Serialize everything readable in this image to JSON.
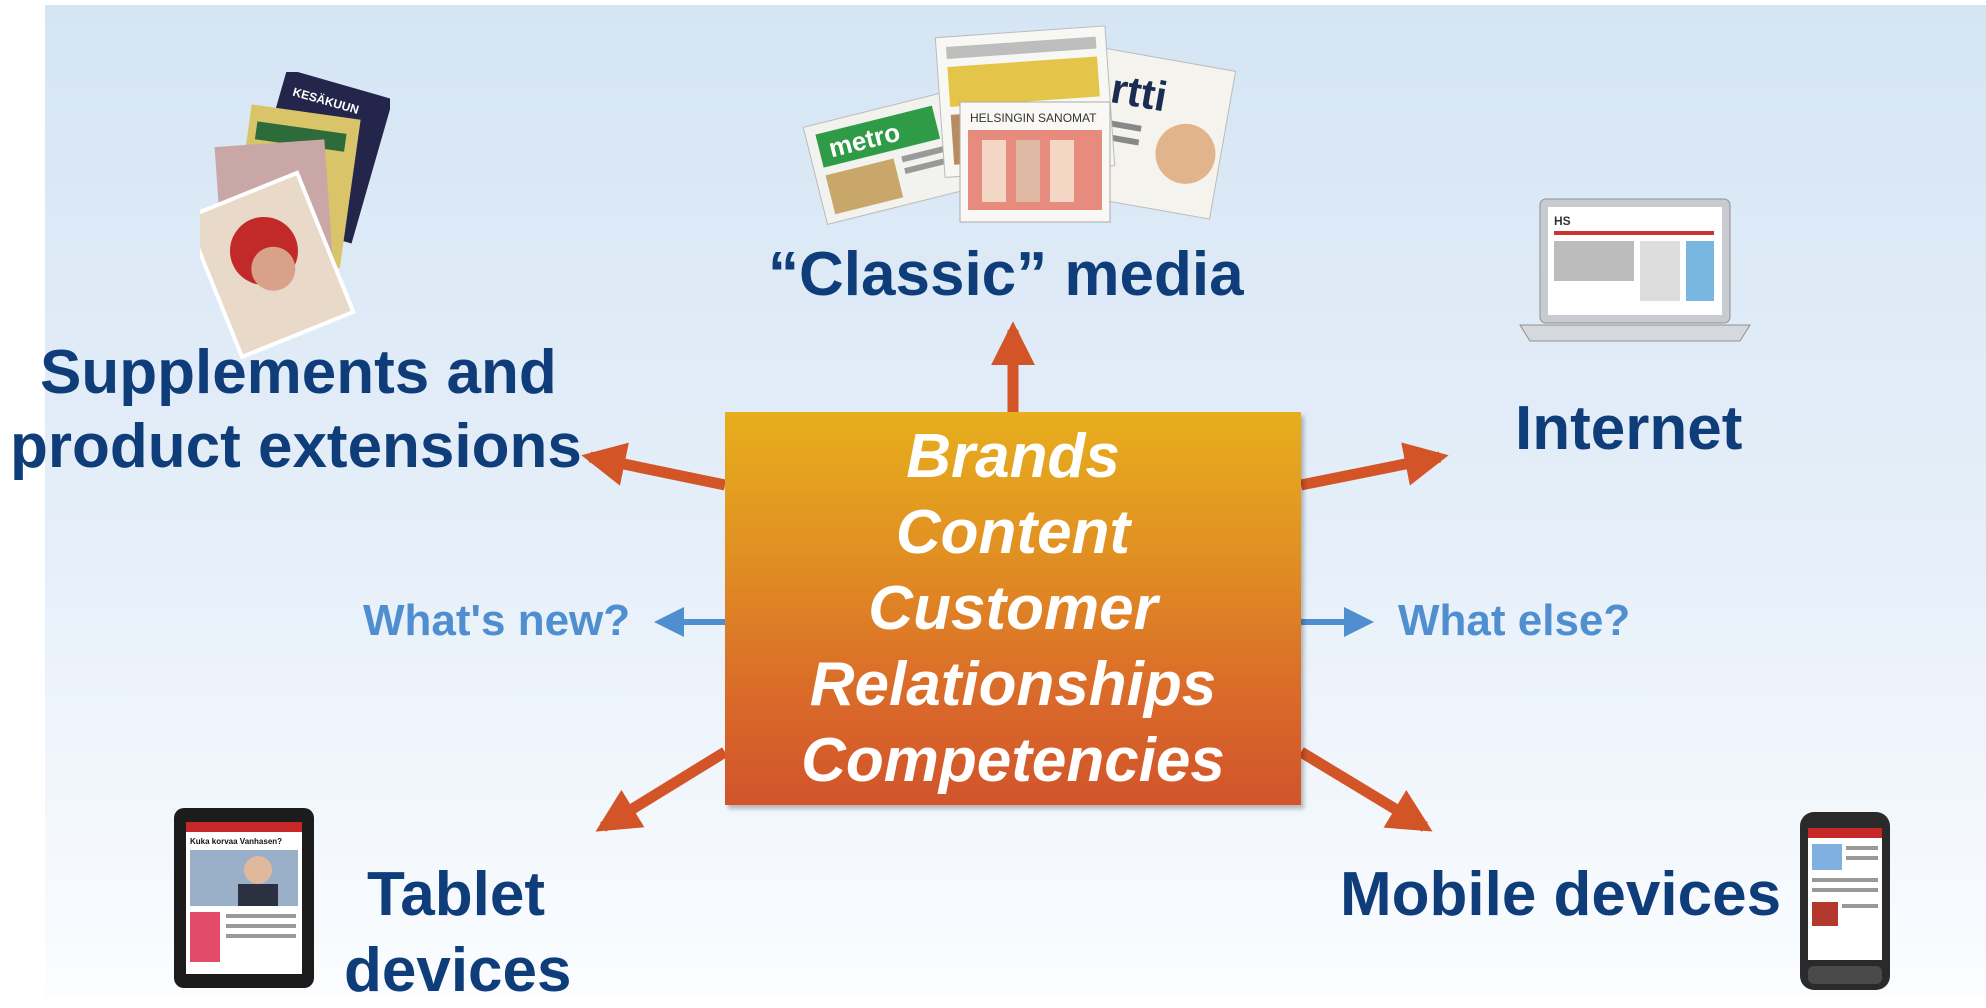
{
  "core": {
    "items": [
      "Brands",
      "Content",
      "Customer",
      "Relationships",
      "Competencies"
    ]
  },
  "channels": {
    "classic_media": "“Classic” media",
    "supplements_line1": "Supplements and",
    "supplements_line2": "product extensions",
    "internet": "Internet",
    "tablet_line1": "Tablet",
    "tablet_line2": "devices",
    "mobile": "Mobile devices"
  },
  "questions": {
    "whats_new": "What's new?",
    "what_else": "What else?"
  },
  "colors": {
    "label_blue": "#0e3d7a",
    "question_blue": "#4f8fd0",
    "arrow_orange": "#d35427",
    "box_top": "#e7ae1d",
    "box_bottom": "#d1542b"
  },
  "images": {
    "newspapers": {
      "mastheads": [
        "metro",
        "HELSINGIN SANOMAT",
        "Hartti"
      ]
    },
    "magazines": {
      "cover_text": "KESÄKUUN"
    },
    "laptop": {
      "logo": "HS"
    },
    "tablet": {
      "headline": "Kuka korvaa Vanhasen?"
    }
  }
}
